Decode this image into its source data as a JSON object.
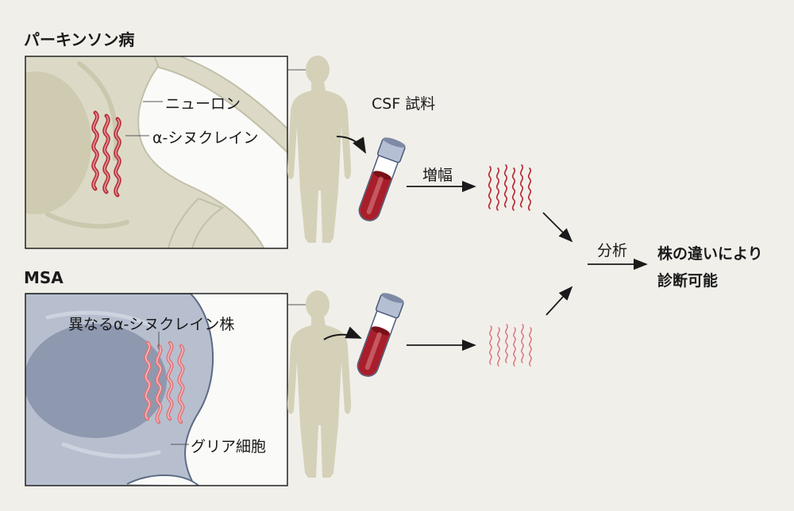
{
  "panels": {
    "parkinson": {
      "title": "パーキンソン病",
      "label_neuron": "ニューロン",
      "label_synuclein": "α‐シヌクレイン"
    },
    "msa": {
      "title": "MSA",
      "label_strain": "異なるα‐シヌクレイン株",
      "label_glia": "グリア細胞"
    }
  },
  "flow": {
    "csf_sample": "CSF 試料",
    "amplify": "増幅",
    "analyze": "分析",
    "result_line1": "株の違いにより",
    "result_line2": "診断可能"
  },
  "colors": {
    "background": "#f1efea",
    "neuron": "#d8d6c3",
    "glia": "#a9b2c4",
    "fibril_dark": "#b8323b",
    "fibril_light": "#e0757a",
    "body": "#d5d1b8",
    "blood": "#a81e2a"
  }
}
